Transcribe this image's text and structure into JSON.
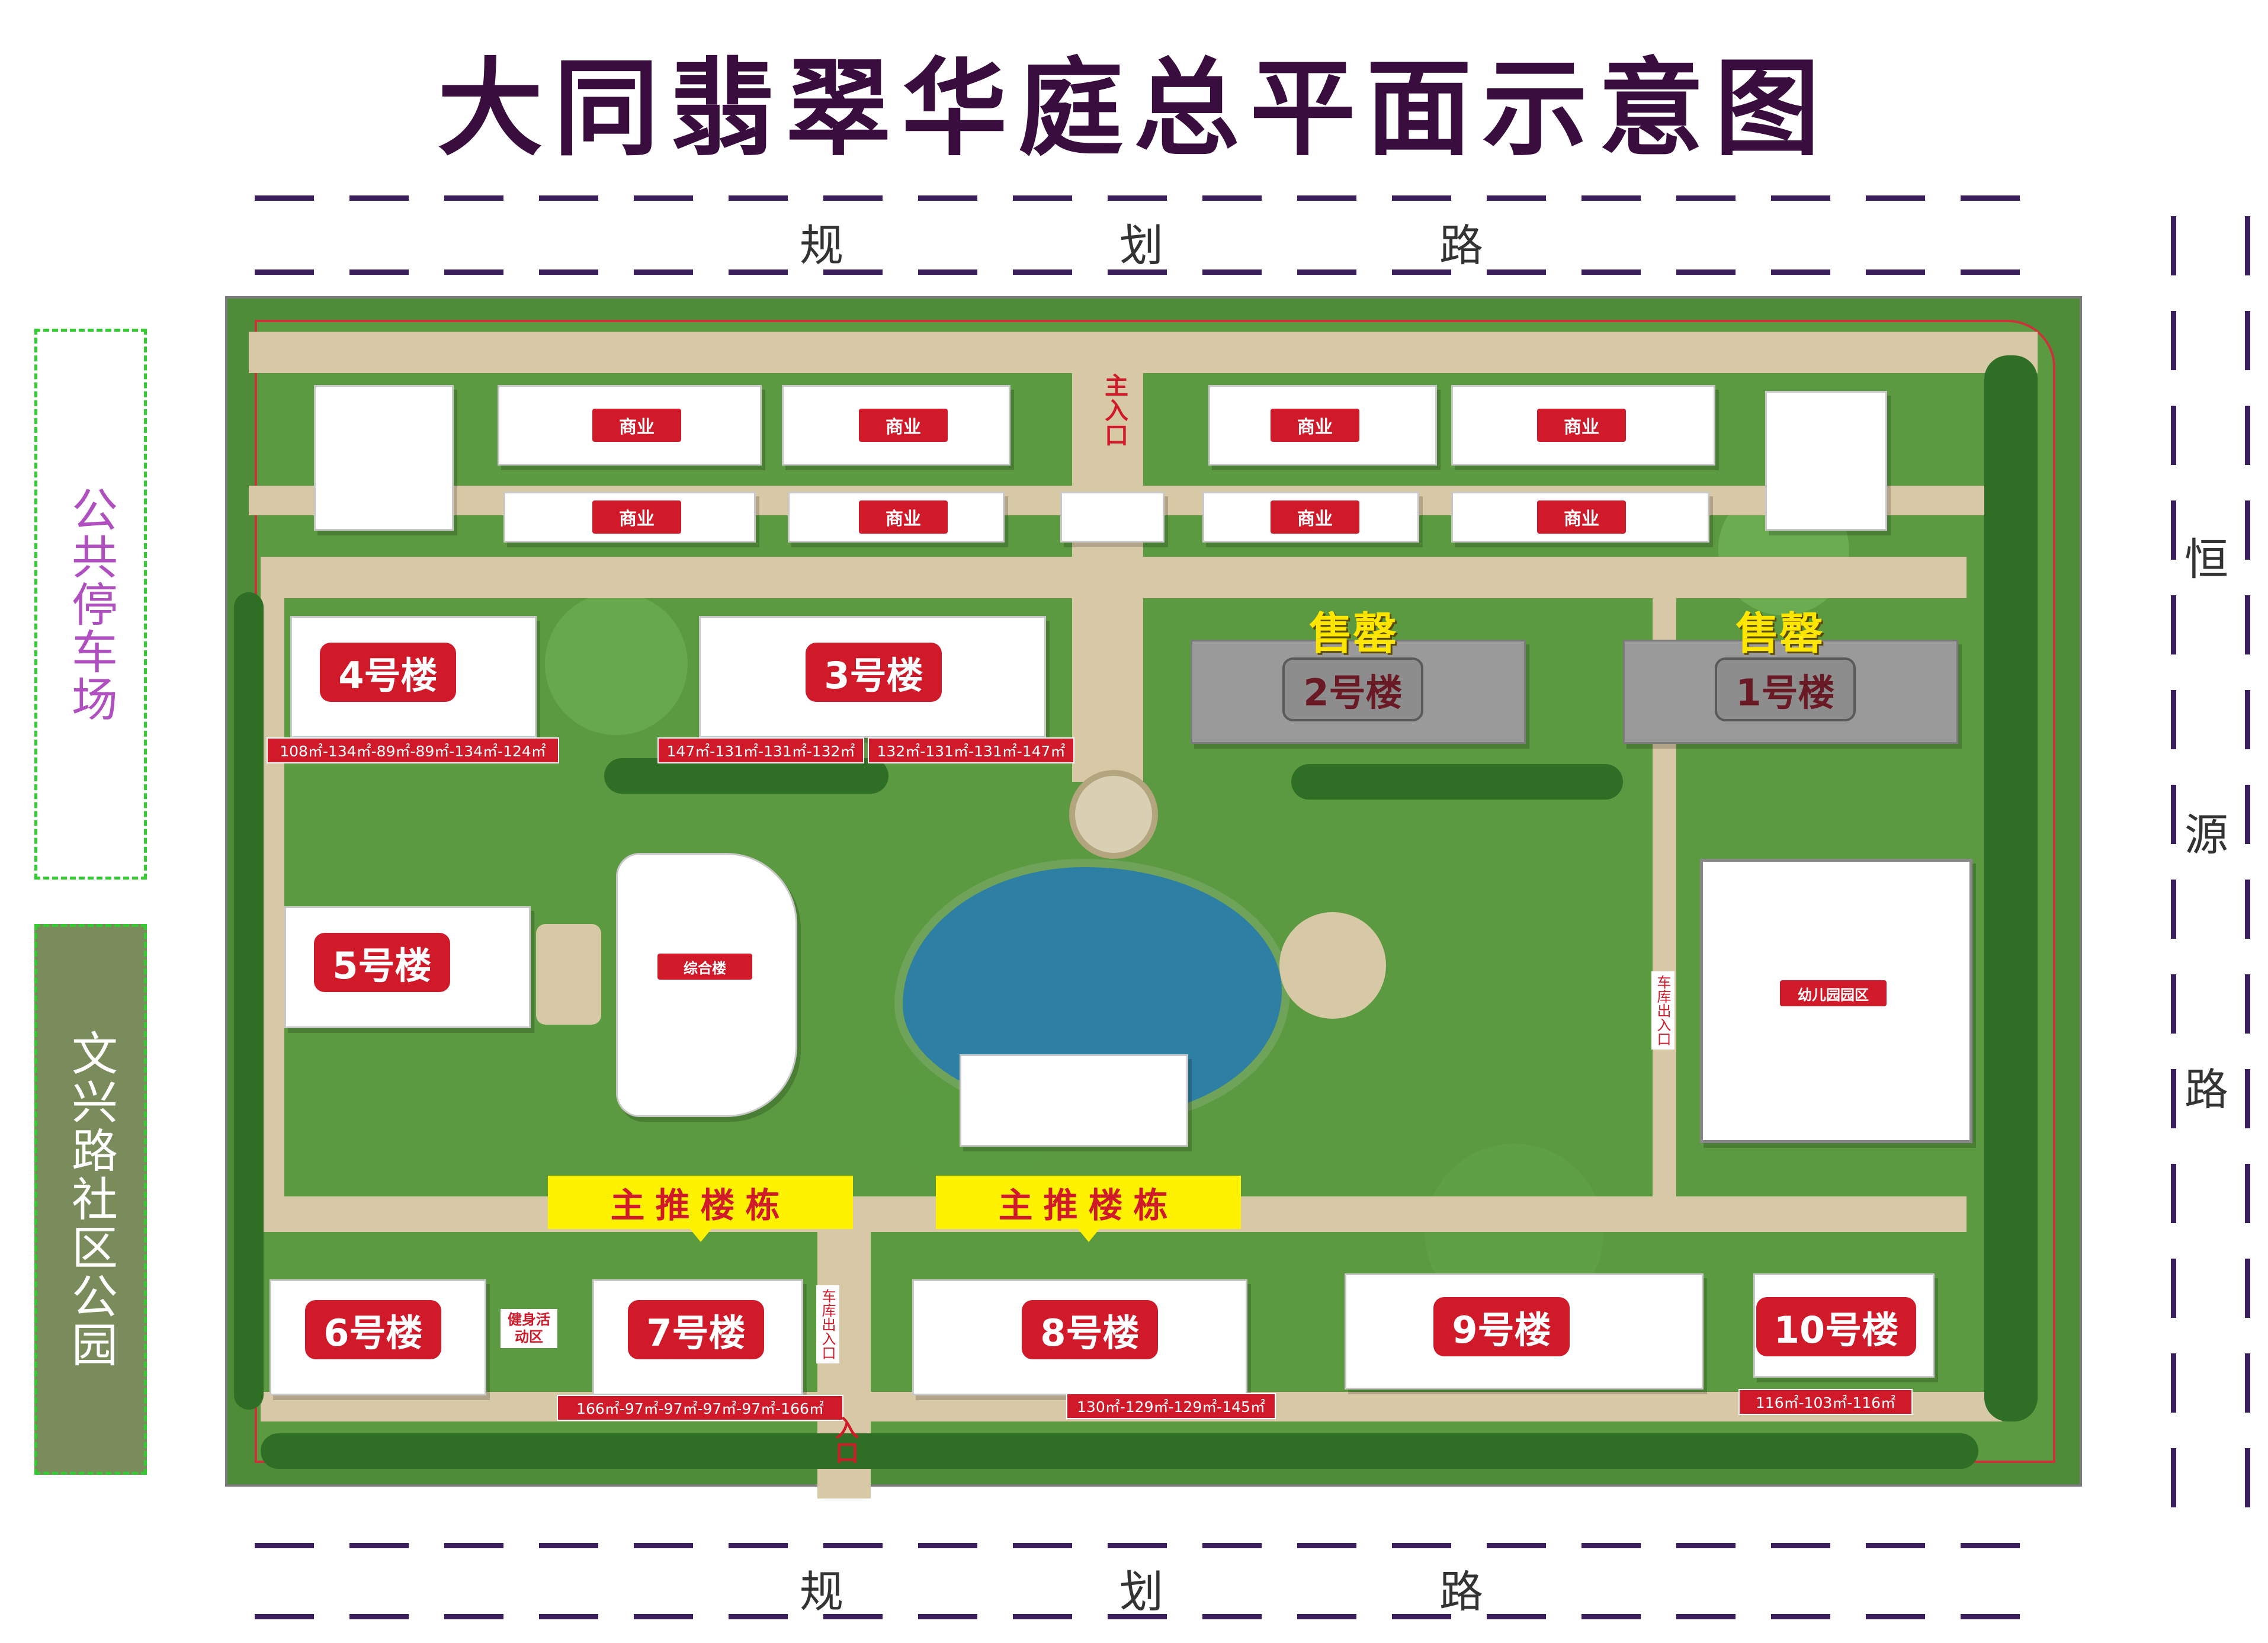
{
  "title": "大同翡翠华庭总平面示意图",
  "roads": {
    "top": [
      "规",
      "划",
      "路"
    ],
    "bottom": [
      "规",
      "划",
      "路"
    ],
    "right": [
      "恒",
      "源",
      "路"
    ]
  },
  "side_panels": {
    "parking": "公共停车场",
    "park": "文兴路社区公园"
  },
  "commercial": [
    "商业",
    "商业",
    "商业",
    "商业",
    "商业",
    "商业",
    "商业",
    "商业"
  ],
  "main_entrance_north": "主入口",
  "main_entrance_south": "入口",
  "buildings": {
    "b4": "4号楼",
    "b3": "3号楼",
    "b2": "2号楼",
    "b1": "1号楼",
    "b5": "5号楼",
    "b6": "6号楼",
    "b7": "7号楼",
    "b8": "8号楼",
    "b9": "9号楼",
    "b10": "10号楼",
    "complex": "综合楼",
    "kindergarten": "幼儿园园区"
  },
  "sold_out": [
    "售罄",
    "售罄"
  ],
  "promo": [
    "主推楼栋",
    "主推楼栋"
  ],
  "fitness": "健身活动区",
  "garage_east": "车库出入口",
  "garage_south": "车库出入口",
  "areas": {
    "b4": "108㎡-134㎡-89㎡-89㎡-134㎡-124㎡",
    "b3a": "147㎡-131㎡-131㎡-132㎡",
    "b3b": "132㎡-131㎡-131㎡-147㎡",
    "b7": "166㎡-97㎡-97㎡-97㎡-97㎡-166㎡",
    "b8": "130㎡-129㎡-129㎡-145㎡",
    "b10": "116㎡-103㎡-116㎡"
  },
  "colors": {
    "title": "#3a0d3f",
    "tag_red": "#d01a2a",
    "promo_yellow": "#fff200",
    "park_green": "#7b8c5c",
    "water": "#2d7fa4"
  }
}
